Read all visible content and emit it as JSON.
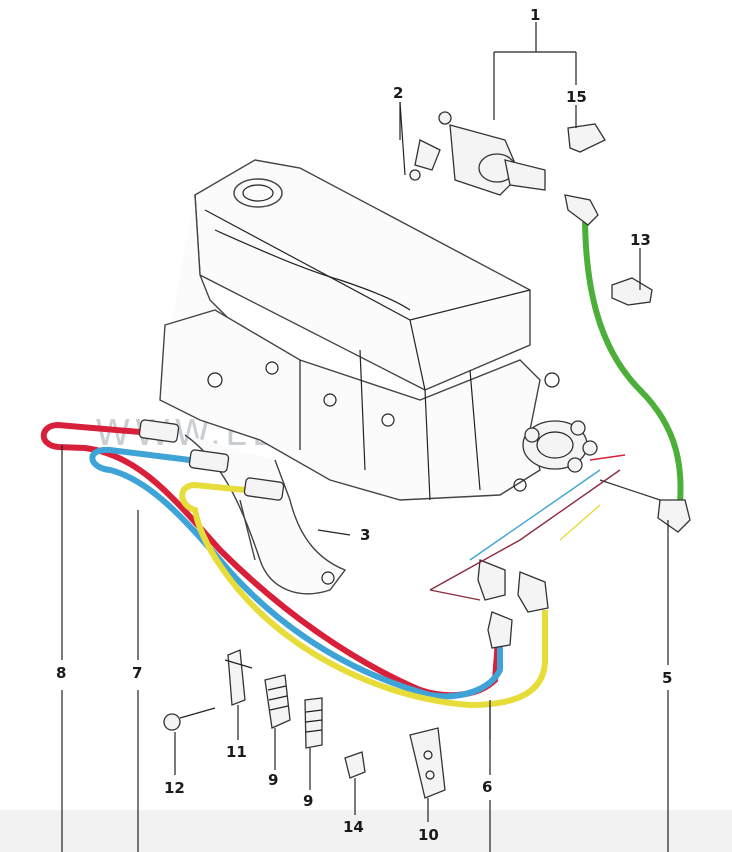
{
  "diagram": {
    "watermark": "WWW.ELPARTS.RU",
    "callouts": [
      "1",
      "2",
      "3",
      "5",
      "6",
      "7",
      "8",
      "9",
      "9",
      "10",
      "11",
      "12",
      "13",
      "14",
      "15"
    ],
    "wire_colors": {
      "wire_8": "#d8203a",
      "wire_7": "#3ea3d6",
      "wire_6": "#e6dc3a",
      "wire_5": "#4caf3a"
    }
  }
}
